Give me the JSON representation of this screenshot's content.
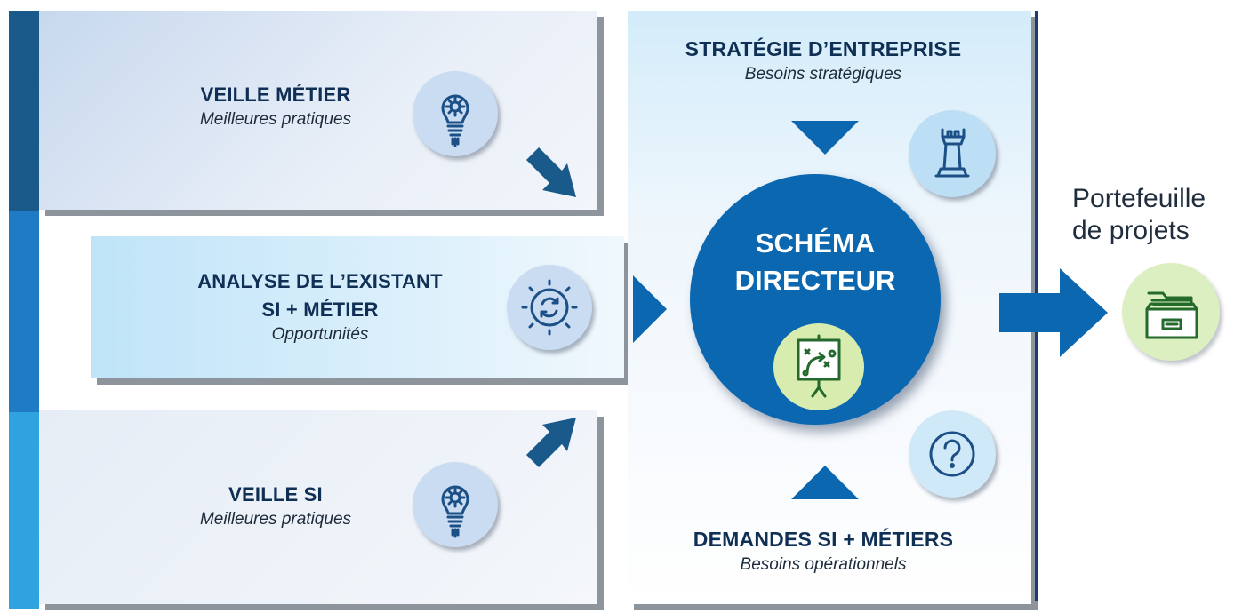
{
  "left_boxes": {
    "veille_metier": {
      "title": "VEILLE MÉTIER",
      "subtitle": "Meilleures pratiques"
    },
    "analyse": {
      "title_line1": "ANALYSE DE L’EXISTANT",
      "title_line2": "SI + MÉTIER",
      "subtitle": "Opportunités"
    },
    "veille_si": {
      "title": "VEILLE SI",
      "subtitle": "Meilleures pratiques"
    }
  },
  "center": {
    "top": {
      "title": "STRATÉGIE D’ENTREPRISE",
      "subtitle": "Besoins stratégiques"
    },
    "bottom": {
      "title": "DEMANDES SI + MÉTIERS",
      "subtitle": "Besoins opérationnels"
    },
    "circle": {
      "line1": "SCHÉMA",
      "line2": "DIRECTEUR"
    }
  },
  "output": {
    "line1": "Portefeuille",
    "line2": "de projets"
  },
  "colors": {
    "dark_blue": "#1a5a8a",
    "mid_blue": "#1f7cc4",
    "light_blue": "#2fa3e0",
    "primary_blue": "#0b67b0",
    "green": "#8ec63f",
    "text": "#0f2f55"
  },
  "icons": [
    "lightbulb-gear-icon",
    "gear-refresh-icon",
    "rook-icon",
    "presentation-board-icon",
    "question-icon",
    "folder-icon"
  ]
}
